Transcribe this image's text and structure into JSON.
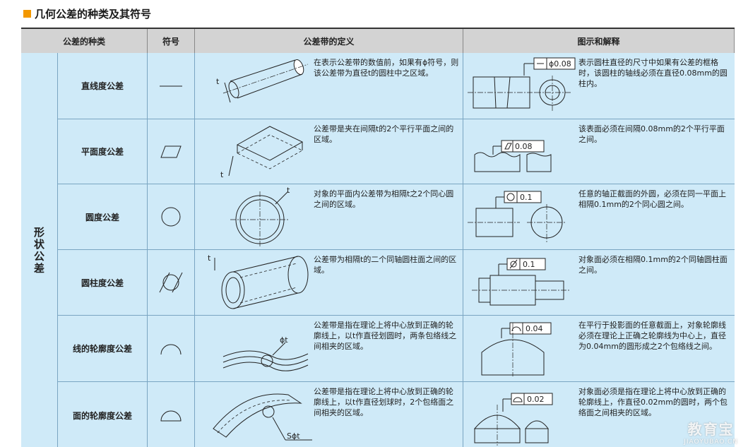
{
  "title": "几何公差的种类及其符号",
  "header": {
    "kind": "公差的种类",
    "symbol": "符号",
    "definition": "公差带的定义",
    "figure": "图示和解释"
  },
  "group": "形状公差",
  "rows": [
    {
      "name": "直线度公差",
      "definition": "在表示公差带的数值前，如果有ϕ符号，则该公差带为直径t的圆柱中之区域。",
      "def_fig_label": "t",
      "frame_value": "ϕ0.08",
      "explanation": "表示圆柱直径的尺寸中如果有公差的框格时，该圆柱的轴线必须在直径0.08mm的圆柱内。"
    },
    {
      "name": "平面度公差",
      "definition": "公差带是夹在间隔t的2个平行平面之间的区域。",
      "def_fig_label": "t",
      "frame_value": "0.08",
      "explanation": "该表面必须在间隔0.08mm的2个平行平面之间。"
    },
    {
      "name": "圆度公差",
      "definition": "对象的平面内公差带为相隔t之2个同心圆之间的区域。",
      "def_fig_label": "t",
      "frame_value": "0.1",
      "explanation": "任意的轴正截面的外圆，必须在同一平面上相隔0.1mm的2个同心圆之间。"
    },
    {
      "name": "圆柱度公差",
      "definition": "公差带为相隔t的二个同轴圆柱面之间的区域。",
      "def_fig_label": "t",
      "frame_value": "0.1",
      "explanation": "对象面必须在相隔0.1mm的2个同轴圆柱面之间。"
    },
    {
      "name": "线的轮廓度公差",
      "definition": "公差带是指在理论上将中心放到正确的轮廓线上，以t作直径划圆时，两条包络线之间相夹的区域。",
      "def_fig_label": "ϕt",
      "frame_value": "0.04",
      "explanation": "在平行于投影面的任意截面上，对象轮廓线必须在理论上正确之轮廓线为中心上，直径为0.04mm的圆形成之2个包络线之间。"
    },
    {
      "name": "面的轮廓度公差",
      "definition": "公差带是指在理论上将中心放到正确的轮廓线上，以t作直径划球时，2个包络面之间相夹的区域。",
      "def_fig_label": "Sϕt",
      "frame_value": "0.02",
      "explanation": "对象面必须是指在理论上将中心放到正确的轮廓线上，作直径0.02mm的圆时，两个包络面之间相夹的区域。"
    }
  ],
  "watermark": {
    "main": "教育宝",
    "sub": "JIAOYUBAO.CN"
  },
  "colors": {
    "accent_square": "#f39800",
    "header_bg": "#d3d3d3",
    "body_bg": "#cfeaf8",
    "grid_line": "#7aa5c2"
  }
}
